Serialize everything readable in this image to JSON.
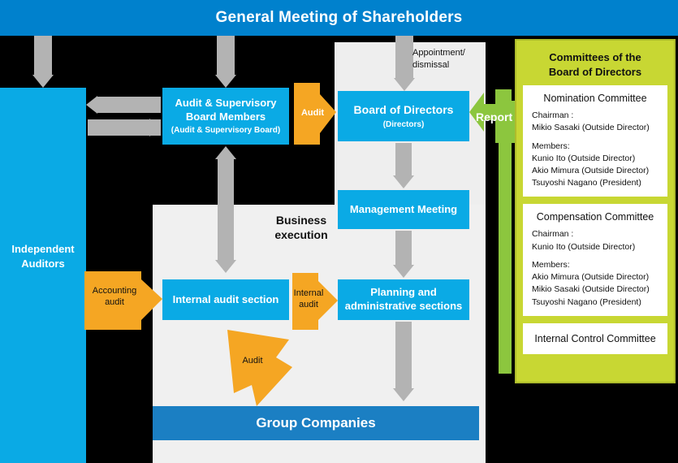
{
  "header": {
    "title": "General Meeting of Shareholders"
  },
  "left_column": {
    "label": "Independent\nAuditors",
    "line1": "Independent",
    "line2": "Auditors"
  },
  "boxes": {
    "audit_supervisory": {
      "line1": "Audit & Supervisory",
      "line2": "Board Members",
      "sub": "(Audit & Supervisory Board)"
    },
    "board_of_directors": {
      "title": "Board of Directors",
      "sub": "(Directors)"
    },
    "management_meeting": {
      "title": "Management Meeting"
    },
    "internal_audit_section": {
      "title": "Internal audit section"
    },
    "planning_admin": {
      "line1": "Planning and",
      "line2": "administrative sections"
    },
    "group_companies": {
      "title": "Group Companies"
    }
  },
  "labels": {
    "business_execution_l1": "Business",
    "business_execution_l2": "execution",
    "appointment_l1": "Appointment/",
    "appointment_l2": "dismissal",
    "report": "Report",
    "audit_top": "Audit",
    "accounting_audit_l1": "Accounting",
    "accounting_audit_l2": "audit",
    "internal_audit_l1": "Internal",
    "internal_audit_l2": "audit",
    "audit_group": "Audit"
  },
  "committees": {
    "title_l1": "Committees of the",
    "title_l2": "Board of Directors",
    "items": [
      {
        "name": "Nomination Committee",
        "chairman_label": "Chairman :",
        "chairman": [
          "Mikio Sasaki (Outside Director)"
        ],
        "members_label": "Members:",
        "members": [
          "Kunio Ito (Outside Director)",
          "Akio Mimura (Outside Director)",
          "Tsuyoshi Nagano (President)"
        ]
      },
      {
        "name": "Compensation Committee",
        "chairman_label": "Chairman :",
        "chairman": [
          "Kunio Ito (Outside Director)"
        ],
        "members_label": "Members:",
        "members": [
          "Akio Mimura (Outside Director)",
          "Mikio Sasaki (Outside Director)",
          "Tsuyoshi Nagano (President)"
        ]
      },
      {
        "name": "Internal Control Committee"
      }
    ]
  },
  "colors": {
    "banner_blue": "#0081cd",
    "box_blue": "#0aaae5",
    "group_blue": "#1b7fc3",
    "orange": "#f5a623",
    "green": "#8cc63e",
    "committee_bg": "#c8d733",
    "gray_arrow": "#b3b3b3",
    "panel_gray": "#eeeeee"
  }
}
